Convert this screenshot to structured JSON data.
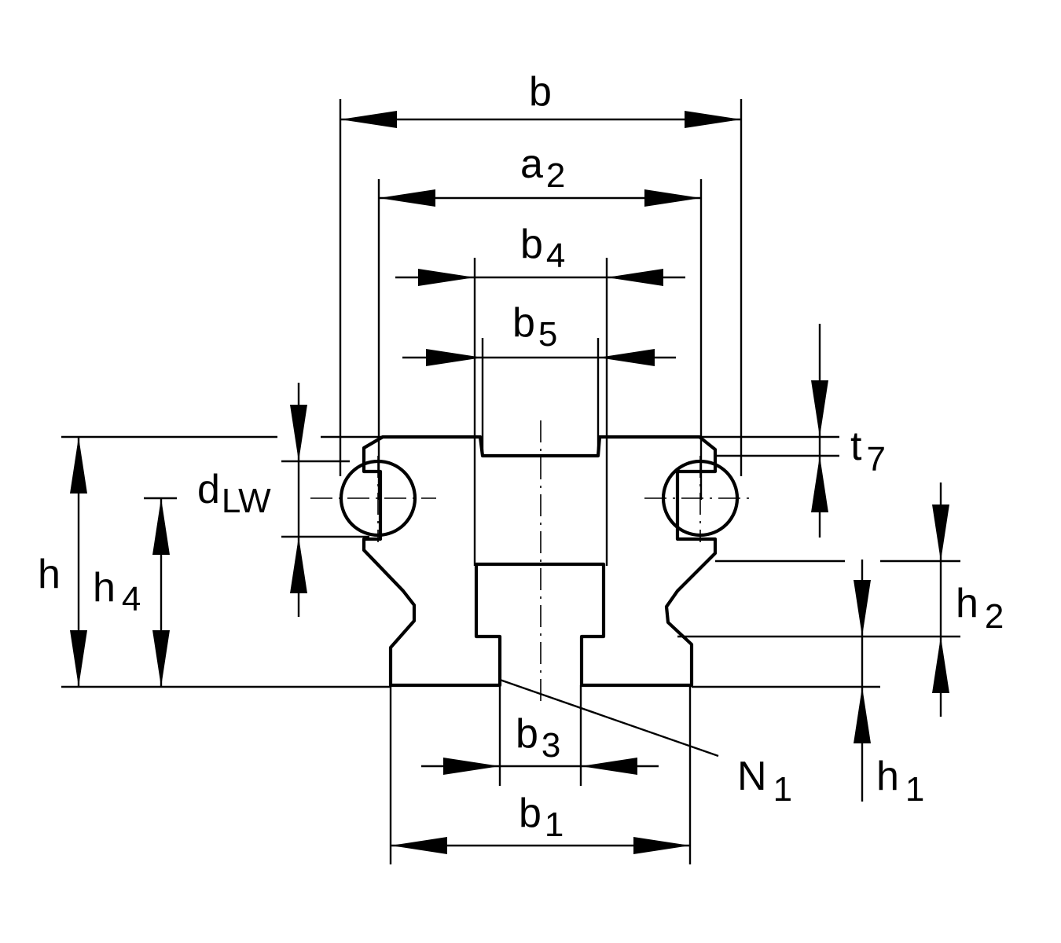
{
  "labels": {
    "b": {
      "main": "b",
      "sub": ""
    },
    "a2": {
      "main": "a",
      "sub": "2"
    },
    "b4": {
      "main": "b",
      "sub": "4"
    },
    "b5": {
      "main": "b",
      "sub": "5"
    },
    "t7": {
      "main": "t",
      "sub": "7"
    },
    "dLW": {
      "main": "d",
      "sub": "LW"
    },
    "h": {
      "main": "h",
      "sub": ""
    },
    "h4": {
      "main": "h",
      "sub": "4"
    },
    "h2": {
      "main": "h",
      "sub": "2"
    },
    "b3": {
      "main": "b",
      "sub": "3"
    },
    "N1": {
      "main": "N",
      "sub": "1"
    },
    "h1": {
      "main": "h",
      "sub": "1"
    },
    "b1": {
      "main": "b",
      "sub": "1"
    }
  },
  "colors": {
    "ink": "#000000",
    "paper": "#ffffff"
  }
}
